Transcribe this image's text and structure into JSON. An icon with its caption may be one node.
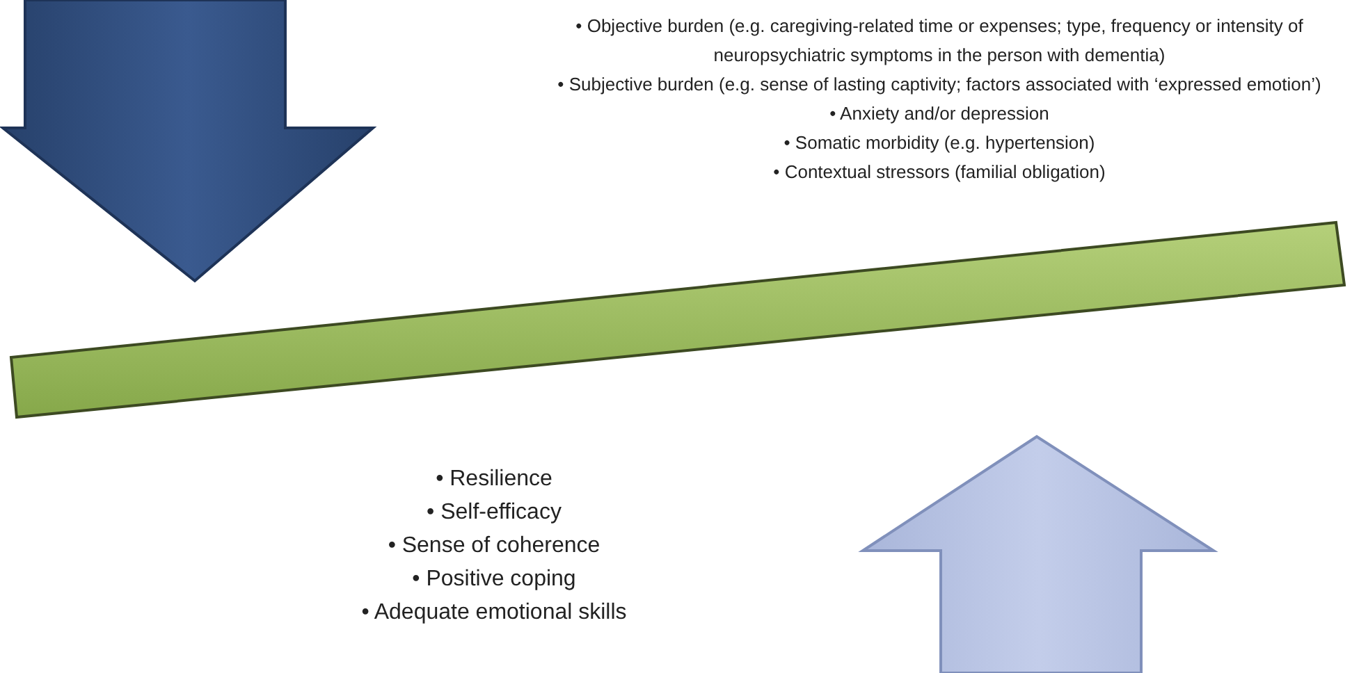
{
  "diagram": {
    "labels": [
      "• Objective burden (e.g. caregiving-related time or expenses; type, frequency or intensity of neuropsychiatric symptoms in the person with dementia)",
      "• Subjective burden (e.g. sense of lasting captivity; factors associated with ‘expressed emotion’)",
      "• Anxiety and/or depression",
      "• Somatic morbidity (e.g. hypertension)",
      "• Contextual stressors (familial obligation)",
      "• Resilience",
      "• Self-efficacy",
      "• Sense of coherence",
      "• Positive coping",
      "• Adequate emotional skills"
    ]
  }
}
